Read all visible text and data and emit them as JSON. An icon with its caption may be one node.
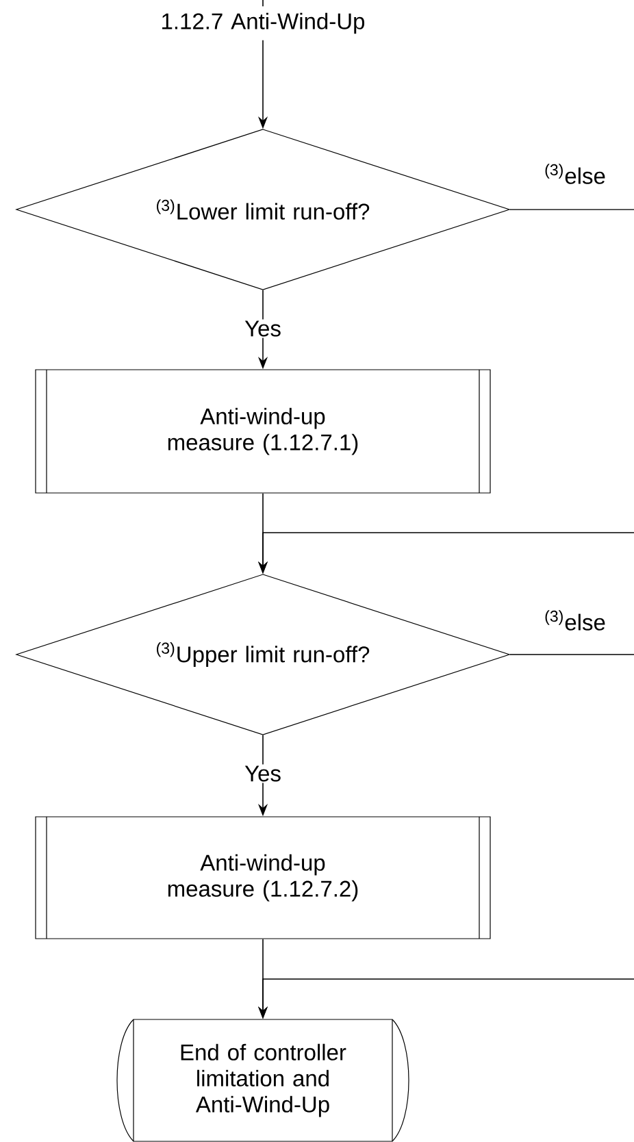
{
  "diagram": {
    "nodes": [
      {
        "text": [
          "1.12.7 Anti-Wind-Up"
        ]
      },
      {
        "text": [
          "$^{(3)}$Lower limit run-off?"
        ]
      },
      {
        "text": [
          "Anti-wind-up measure (1.12.7.1)"
        ]
      },
      {
        "text": [
          "$^{(3)}$Upper limit run-off?"
        ]
      },
      {
        "text": [
          "Anti-wind-up measure (1.12.7.2)"
        ]
      },
      {
        "text": [
          "End of controller limitation and Anti-Wind-Up"
        ]
      }
    ],
    "edges": [
      {
        "from": null,
        "to": 0,
        "arrow": "none"
      },
      {
        "from": 0,
        "to": 1,
        "arrow": "to"
      },
      {
        "from": 1,
        "to": 2,
        "arrow": "to",
        "label": "Yes"
      },
      {
        "from": 1,
        "to": null,
        "arrow": "none",
        "label": "$^{(3)}$else"
      },
      {
        "from": null,
        "to": 3,
        "arrow": "to"
      },
      {
        "from": 2,
        "to": 3,
        "arrow": "to"
      },
      {
        "from": 3,
        "to": 4,
        "arrow": "to",
        "label": "Yes"
      },
      {
        "from": 3,
        "to": null,
        "arrow": "none",
        "label": "$^{(3)}$else"
      },
      {
        "from": null,
        "to": 5,
        "arrow": "to"
      },
      {
        "from": 4,
        "to": 5,
        "arrow": "to"
      }
    ]
  }
}
